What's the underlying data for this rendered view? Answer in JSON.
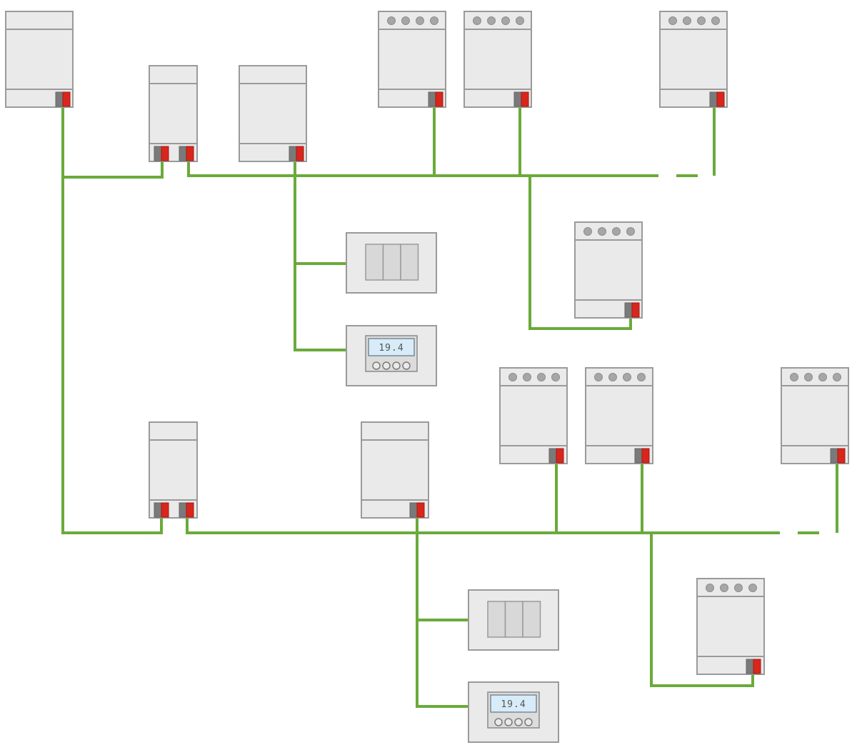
{
  "diagram": {
    "type": "bus-topology",
    "bus_color": "#6aaa3a",
    "terminal_colors": {
      "gray": "#7a7a7a",
      "red": "#d9261c"
    },
    "thermostat_reading": "19.4",
    "devices": [
      {
        "id": "power-supply",
        "kind": "power-supply",
        "name": "power-supply"
      },
      {
        "id": "line-coupler-1",
        "kind": "coupler",
        "name": "line-coupler"
      },
      {
        "id": "module-line1",
        "kind": "module",
        "name": "module"
      },
      {
        "id": "actuator-1a",
        "kind": "actuator",
        "name": "actuator"
      },
      {
        "id": "actuator-1b",
        "kind": "actuator",
        "name": "actuator"
      },
      {
        "id": "actuator-1c",
        "kind": "actuator",
        "name": "actuator"
      },
      {
        "id": "actuator-1d",
        "kind": "actuator",
        "name": "actuator"
      },
      {
        "id": "pushbutton-1",
        "kind": "pushbutton",
        "name": "pushbutton"
      },
      {
        "id": "thermostat-1",
        "kind": "thermostat",
        "name": "thermostat"
      },
      {
        "id": "line-coupler-2",
        "kind": "coupler",
        "name": "line-coupler"
      },
      {
        "id": "module-line2",
        "kind": "module",
        "name": "module"
      },
      {
        "id": "actuator-2a",
        "kind": "actuator",
        "name": "actuator"
      },
      {
        "id": "actuator-2b",
        "kind": "actuator",
        "name": "actuator"
      },
      {
        "id": "actuator-2c",
        "kind": "actuator",
        "name": "actuator"
      },
      {
        "id": "actuator-2d",
        "kind": "actuator",
        "name": "actuator"
      },
      {
        "id": "pushbutton-2",
        "kind": "pushbutton",
        "name": "pushbutton"
      },
      {
        "id": "thermostat-2",
        "kind": "thermostat",
        "name": "thermostat"
      }
    ]
  }
}
